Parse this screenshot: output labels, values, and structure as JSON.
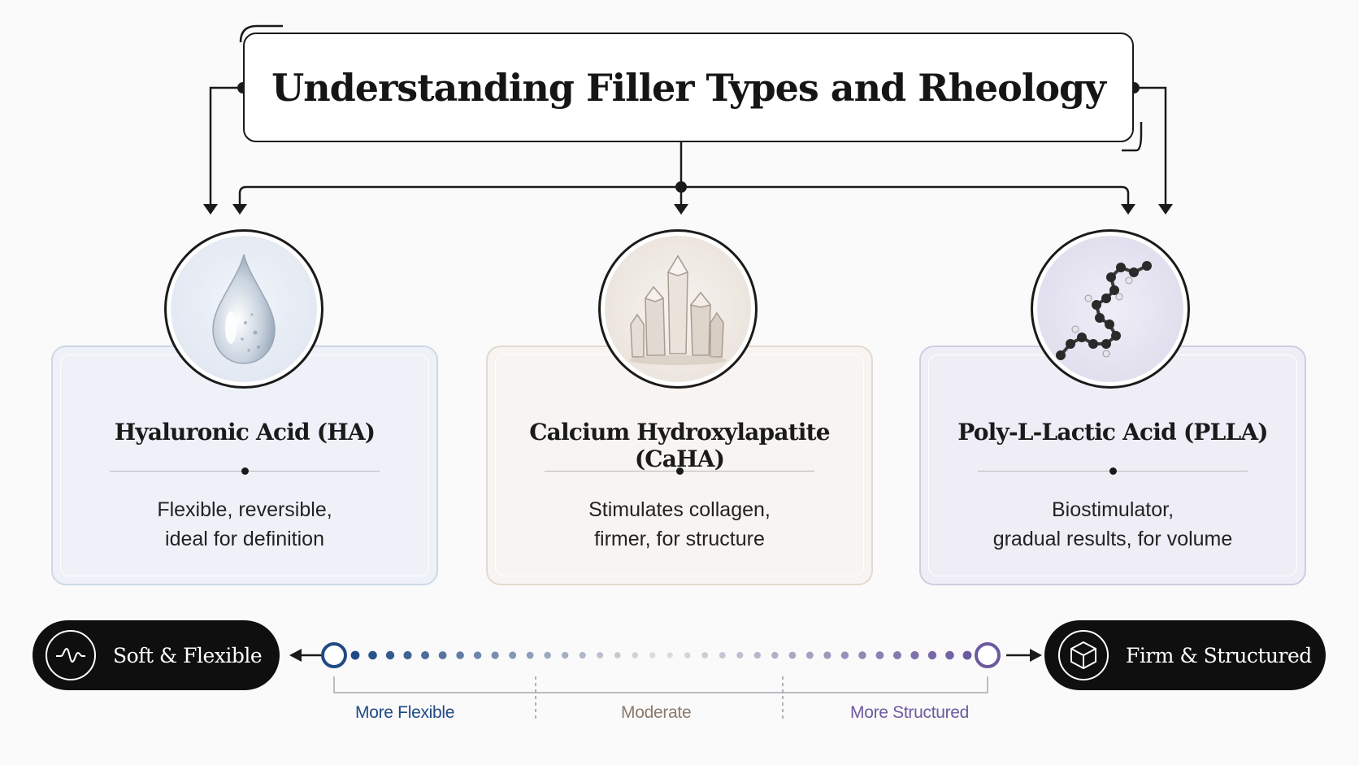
{
  "title": "Understanding Filler Types and Rheology",
  "cards": [
    {
      "name": "Hyaluronic Acid (HA)",
      "desc_lines": [
        "Flexible, reversible,",
        "ideal for definition"
      ],
      "icon": "water-drop-icon"
    },
    {
      "name": "Calcium Hydroxylapatite (CaHA)",
      "desc_lines": [
        "Stimulates collagen,",
        "firmer, for structure"
      ],
      "icon": "crystal-icon"
    },
    {
      "name": "Poly-L-Lactic Acid (PLLA)",
      "desc_lines": [
        "Biostimulator,",
        "gradual results, for volume"
      ],
      "icon": "molecule-chain-icon"
    }
  ],
  "scale": {
    "left_label": "Soft & Flexible",
    "right_label": "Firm & Structured",
    "left_icon": "wave-icon",
    "right_icon": "cube-icon",
    "segments": [
      "More Flexible",
      "Moderate",
      "More Structured"
    ],
    "colors": {
      "flexible": "#1f4a85",
      "moderate": "#8c7a6b",
      "structured": "#6c5aa0"
    }
  }
}
